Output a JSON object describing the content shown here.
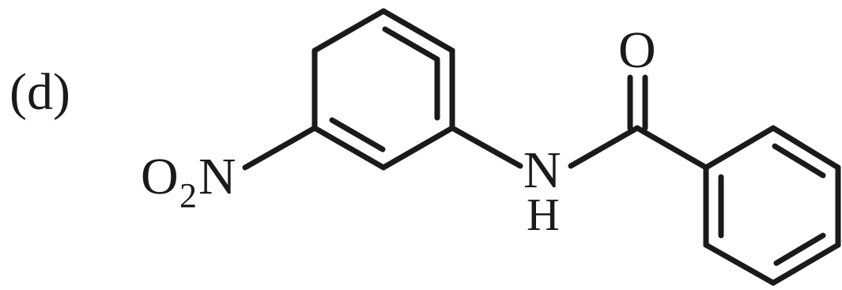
{
  "figure": {
    "label": "(d)",
    "atoms": {
      "oxygen": "O",
      "amide_nitrogen": "N",
      "amide_hydrogen": "H",
      "nitro_oxygen": "O",
      "nitro_subscript": "2",
      "nitro_nitrogen": "N"
    },
    "colors": {
      "ink": "#1a1a1a",
      "background": "#ffffff"
    }
  }
}
